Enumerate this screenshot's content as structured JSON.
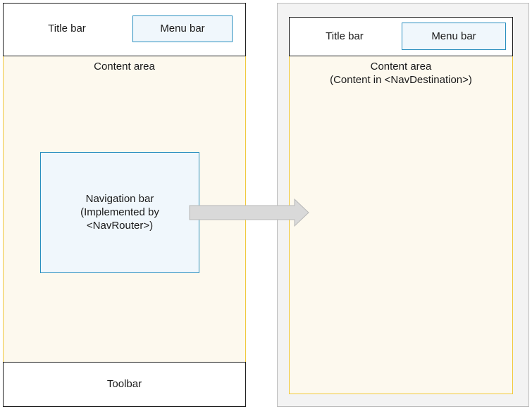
{
  "left_page": {
    "title_bar": "Title bar",
    "menu_bar": "Menu bar",
    "content_area": "Content area",
    "navigation_bar": {
      "line1": "Navigation bar",
      "line2": "(Implemented by",
      "line3": "<NavRouter>)"
    },
    "toolbar": "Toolbar"
  },
  "right_page": {
    "title_bar": "Title bar",
    "menu_bar": "Menu bar",
    "content_area": {
      "line1": "Content area",
      "line2": "(Content in <NavDestination>)"
    }
  },
  "colors": {
    "content_border": "#f0c93c",
    "content_fill": "#fdf9ee",
    "blue_border": "#2a8fbf",
    "blue_fill": "#f0f7fc",
    "arrow_fill": "#d9d9d9",
    "right_frame_fill": "#f3f3f3"
  }
}
